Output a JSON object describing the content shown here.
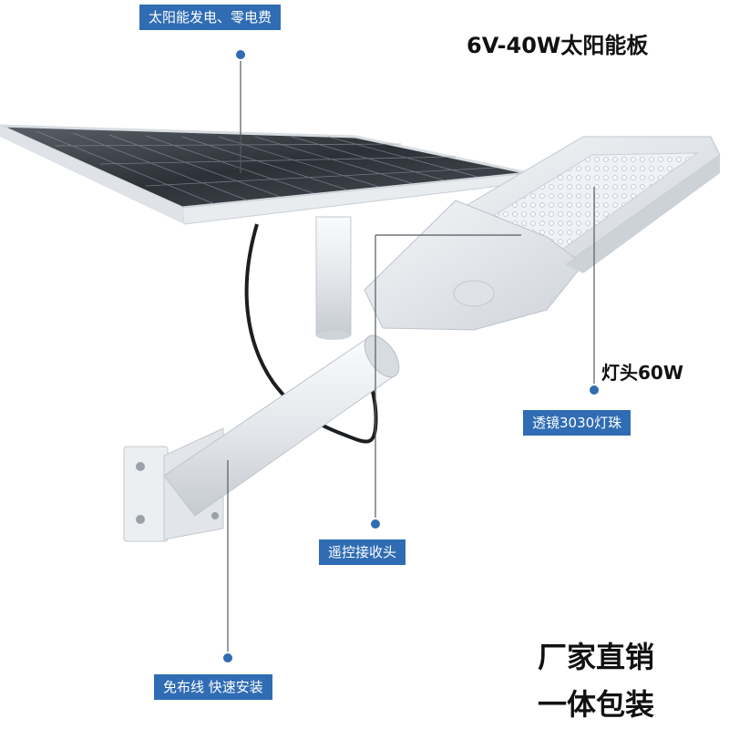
{
  "title": "6V-40W太阳能板",
  "lamp_head_label": "灯头60W",
  "callouts": {
    "solar": "太阳能发电、零电费",
    "lens": "透镜3030灯珠",
    "remote": "遥控接收头",
    "install": "免布线 快速安装"
  },
  "slogans": {
    "line1": "厂家直销",
    "line2": "一体包装"
  },
  "colors": {
    "callout_bg": "#2f6cb3",
    "dot": "#2f6cb3",
    "panel": "#2e3338",
    "arm": "#e6e9ed"
  }
}
